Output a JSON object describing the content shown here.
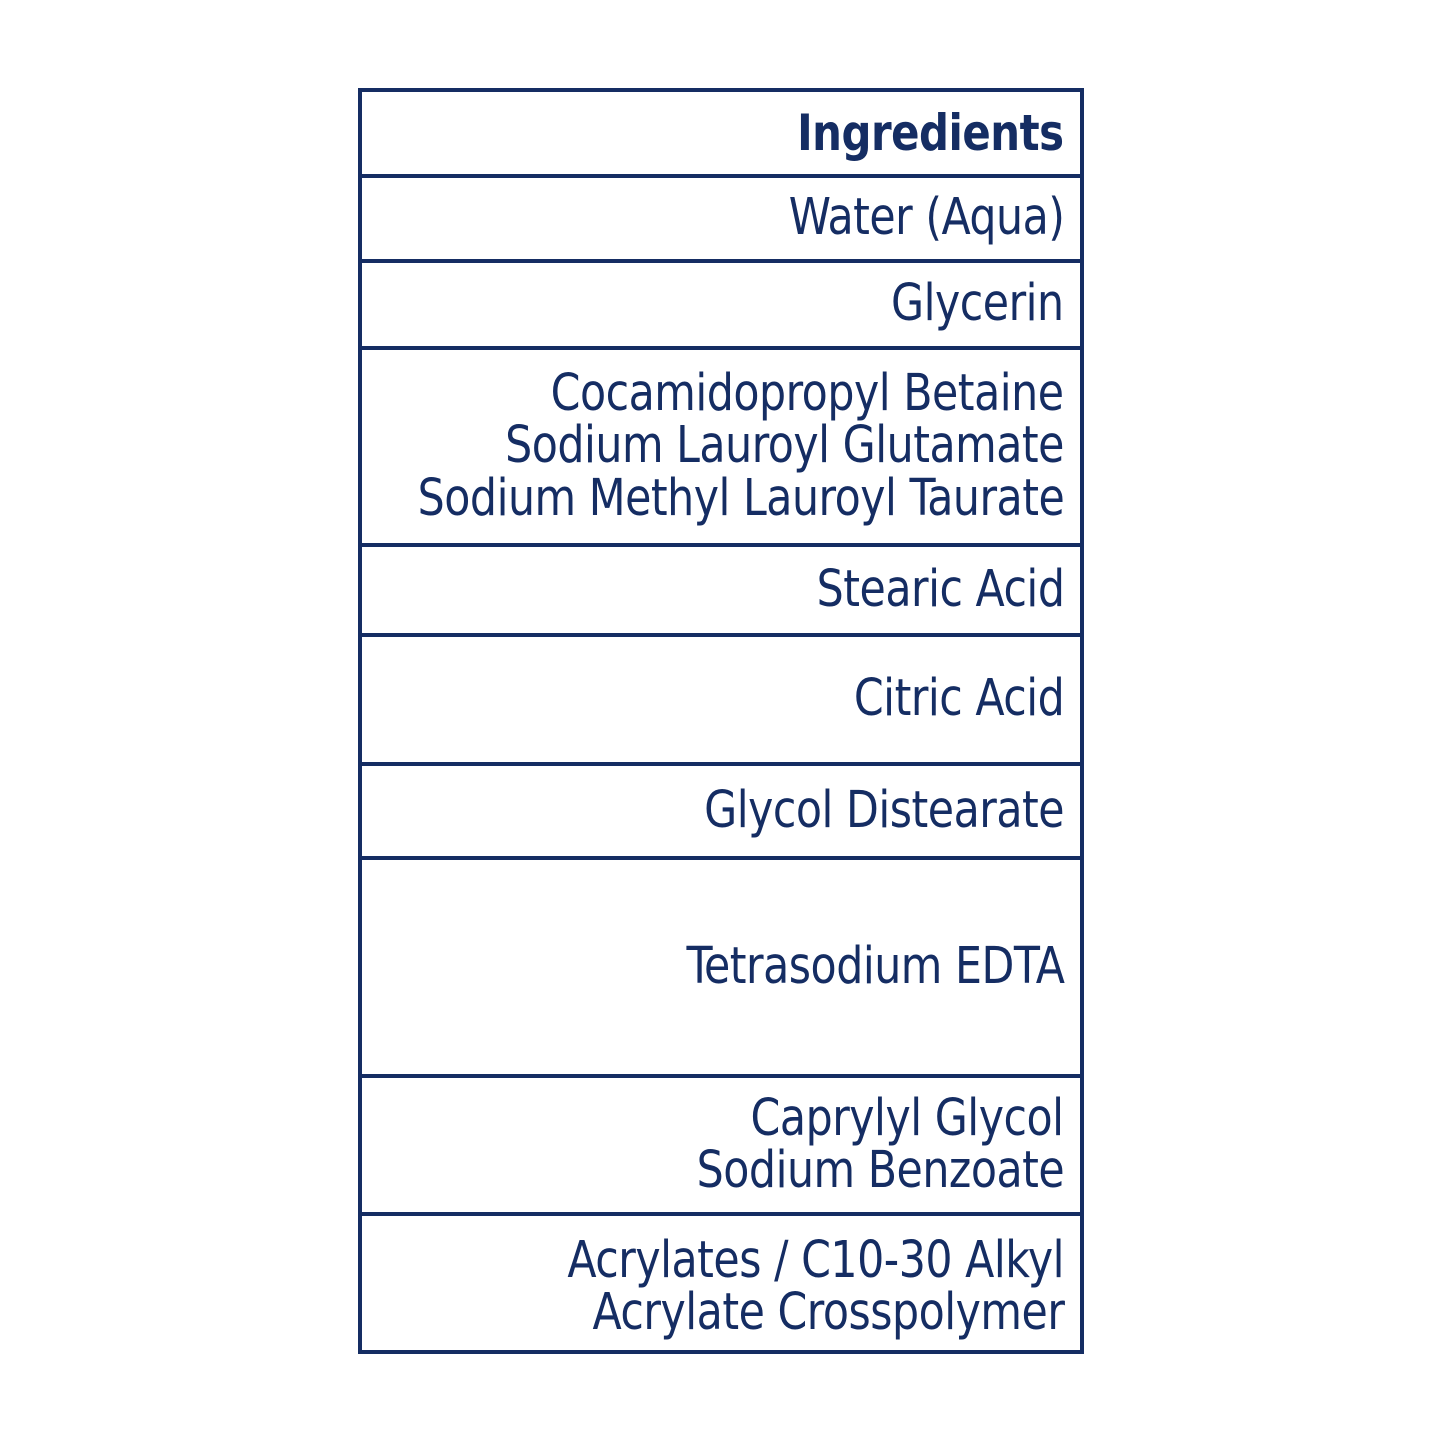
{
  "panel": {
    "kind": "ingredients-label-table",
    "background_color": "#ffffff",
    "border_color": "#152d63",
    "text_color": "#152d63",
    "text_align": "right"
  },
  "table": {
    "header": {
      "label": "Ingredients"
    },
    "rows": [
      {
        "id": "water",
        "lines": [
          "Water (Aqua)"
        ]
      },
      {
        "id": "glycerin",
        "lines": [
          "Glycerin"
        ]
      },
      {
        "id": "surfactants",
        "lines": [
          "Cocamidopropyl Betaine",
          "Sodium Lauroyl Glutamate",
          "Sodium Methyl Lauroyl Taurate"
        ]
      },
      {
        "id": "stearic",
        "lines": [
          "Stearic Acid"
        ]
      },
      {
        "id": "citric",
        "lines": [
          "Citric Acid"
        ]
      },
      {
        "id": "glycol",
        "lines": [
          "Glycol Distearate"
        ]
      },
      {
        "id": "edta",
        "lines": [
          "Tetrasodium EDTA"
        ]
      },
      {
        "id": "caprylyl",
        "lines": [
          "Caprylyl Glycol",
          "Sodium Benzoate"
        ]
      },
      {
        "id": "acrylates",
        "lines": [
          "Acrylates / C10-30 Alkyl",
          "Acrylate Crosspolymer"
        ]
      }
    ]
  }
}
